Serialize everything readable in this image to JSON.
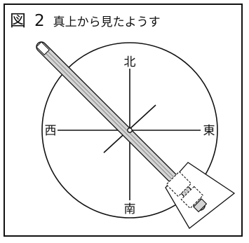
{
  "figure": {
    "label": "図",
    "number": "2",
    "caption": "真上から見たようす"
  },
  "directions": {
    "north": "北",
    "south": "南",
    "east": "東",
    "west": "西"
  }
}
